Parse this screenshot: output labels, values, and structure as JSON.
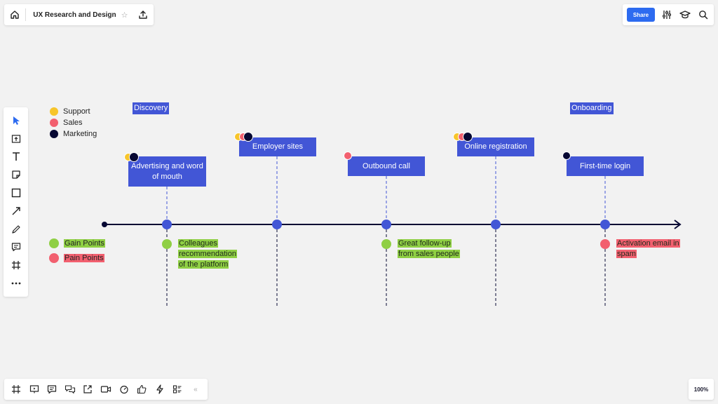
{
  "header": {
    "board_title": "UX Research and Design",
    "share_label": "Share"
  },
  "legend": {
    "customer_types": [
      {
        "label": "Support",
        "color": "#f7c52b"
      },
      {
        "label": "Sales",
        "color": "#f2606f"
      },
      {
        "label": "Marketing",
        "color": "#070833"
      }
    ],
    "points": [
      {
        "label": "Gain Points",
        "color": "#8fcf44"
      },
      {
        "label": "Pain Points",
        "color": "#f2606f"
      }
    ]
  },
  "stages": {
    "discovery": "Discovery",
    "onboarding": "Onboarding"
  },
  "touchpoints": [
    {
      "label": "Advertising and word of mouth"
    },
    {
      "label": "Employer sites"
    },
    {
      "label": "Outbound call"
    },
    {
      "label": "Online registration"
    },
    {
      "label": "First-time login"
    }
  ],
  "notes": [
    {
      "text": "Colleagues recommendation of the platform",
      "type": "gain"
    },
    {
      "text": "Great follow-up from sales people",
      "type": "gain"
    },
    {
      "text": "Activation email in spam",
      "type": "pain"
    }
  ],
  "zoom": "100%",
  "colors": {
    "accent": "#2d6bf0",
    "card": "#4256d6",
    "timeline": "#070833"
  }
}
